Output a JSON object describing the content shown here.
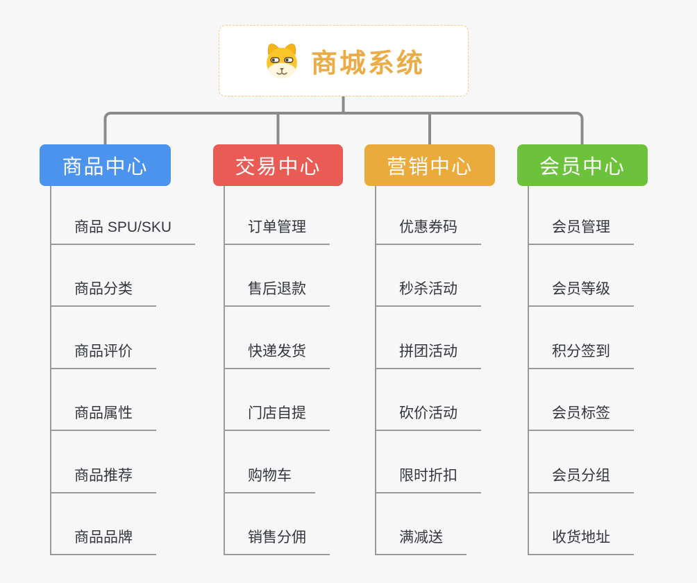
{
  "root": {
    "title": "商城系统",
    "icon": "dog-icon",
    "title_color": "#ebac47",
    "border_color": "#f3c985"
  },
  "connector_color": "#8b8b8b",
  "line_color": "#9a9a9a",
  "background_color": "#f7f7f7",
  "branches": [
    {
      "label": "商品中心",
      "color": "#4b93ec",
      "items": [
        "商品 SPU/SKU",
        "商品分类",
        "商品评价",
        "商品属性",
        "商品推荐",
        "商品品牌"
      ]
    },
    {
      "label": "交易中心",
      "color": "#e85c55",
      "items": [
        "订单管理",
        "售后退款",
        "快递发货",
        "门店自提",
        "购物车",
        "销售分佣"
      ]
    },
    {
      "label": "营销中心",
      "color": "#ebaa3c",
      "items": [
        "优惠券码",
        "秒杀活动",
        "拼团活动",
        "砍价活动",
        "限时折扣",
        "满减送"
      ]
    },
    {
      "label": "会员中心",
      "color": "#6dc23c",
      "items": [
        "会员管理",
        "会员等级",
        "积分签到",
        "会员标签",
        "会员分组",
        "收货地址"
      ]
    }
  ]
}
